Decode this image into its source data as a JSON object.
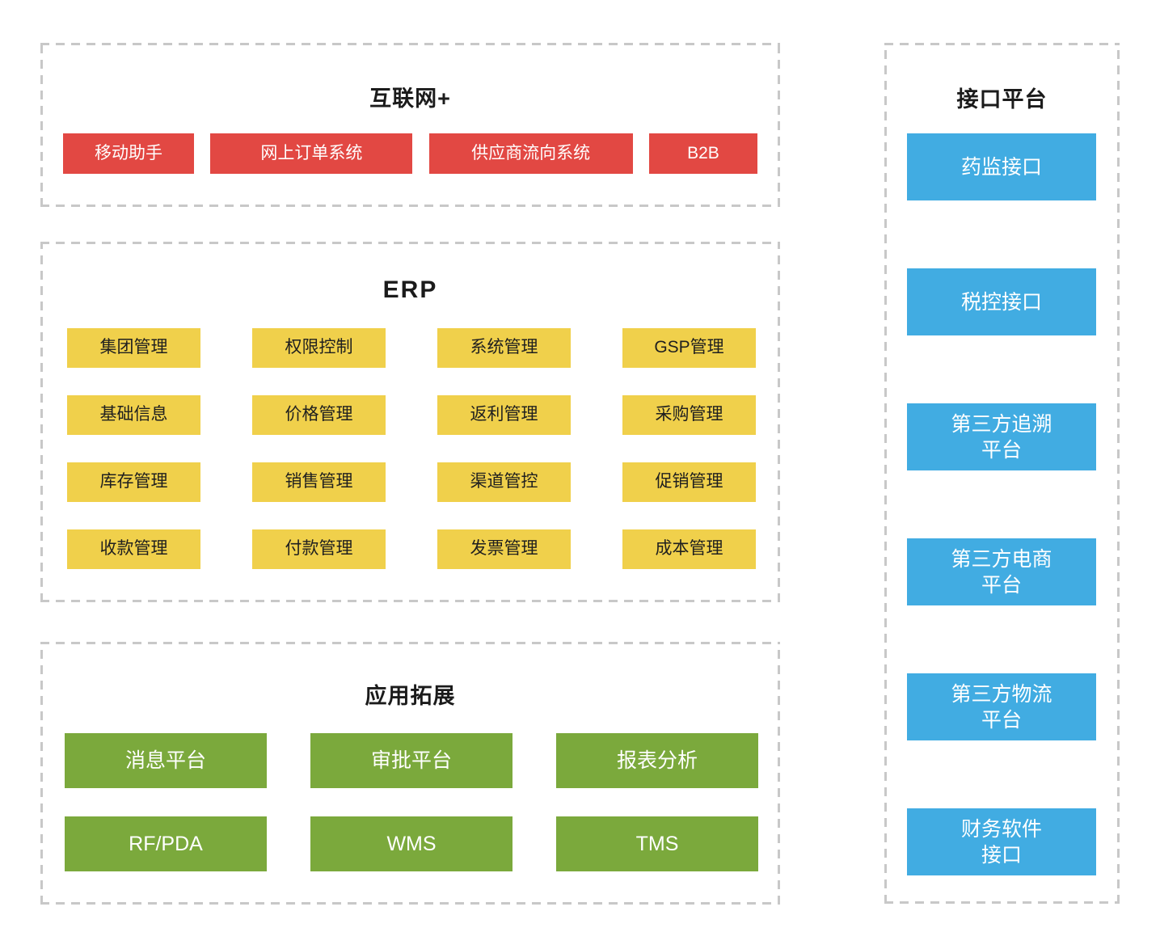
{
  "colors": {
    "red": "#E24843",
    "yellow": "#F0D04B",
    "green": "#7BA93C",
    "blue": "#41ACE2",
    "border": "#C8C8C8"
  },
  "sections": {
    "internet": {
      "title": "互联网+",
      "items": [
        "移动助手",
        "网上订单系统",
        "供应商流向系统",
        "B2B"
      ]
    },
    "erp": {
      "title": "ERP",
      "items": [
        "集团管理",
        "权限控制",
        "系统管理",
        "GSP管理",
        "基础信息",
        "价格管理",
        "返利管理",
        "采购管理",
        "库存管理",
        "销售管理",
        "渠道管控",
        "促销管理",
        "收款管理",
        "付款管理",
        "发票管理",
        "成本管理"
      ]
    },
    "app_expansion": {
      "title": "应用拓展",
      "items": [
        "消息平台",
        "审批平台",
        "报表分析",
        "RF/PDA",
        "WMS",
        "TMS"
      ]
    },
    "interface_platform": {
      "title": "接口平台",
      "items": [
        {
          "line1": "药监接口",
          "line2": ""
        },
        {
          "line1": "税控接口",
          "line2": ""
        },
        {
          "line1": "第三方追溯",
          "line2": "平台"
        },
        {
          "line1": "第三方电商",
          "line2": "平台"
        },
        {
          "line1": "第三方物流",
          "line2": "平台"
        },
        {
          "line1": "财务软件",
          "line2": "接口"
        }
      ]
    }
  }
}
